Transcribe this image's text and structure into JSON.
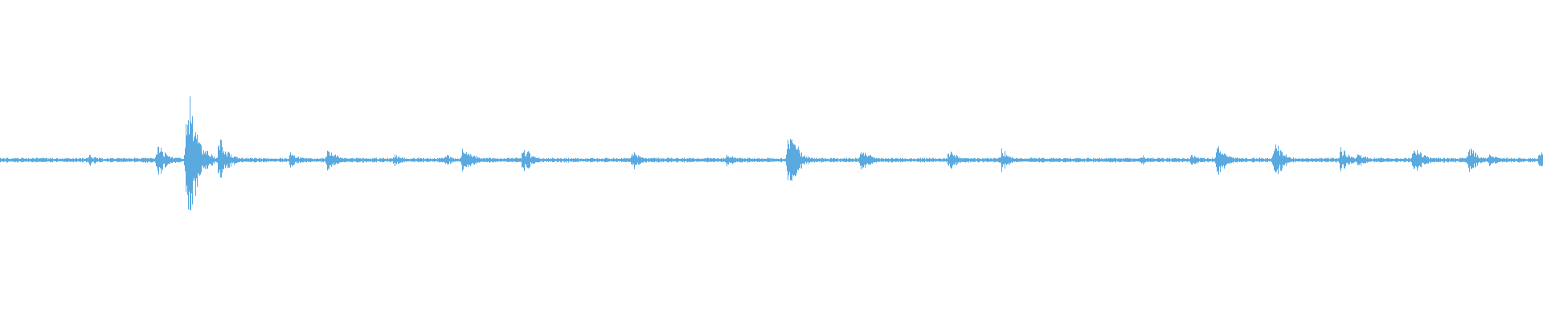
{
  "waveform": {
    "color": "#5aaae0",
    "baseline_amplitude": 0.02,
    "peaks": [
      {
        "position": 0.058,
        "amplitude": 0.08
      },
      {
        "position": 0.102,
        "amplitude": 0.22
      },
      {
        "position": 0.121,
        "amplitude": 1.0
      },
      {
        "position": 0.142,
        "amplitude": 0.28
      },
      {
        "position": 0.188,
        "amplitude": 0.1
      },
      {
        "position": 0.212,
        "amplitude": 0.15
      },
      {
        "position": 0.255,
        "amplitude": 0.08
      },
      {
        "position": 0.288,
        "amplitude": 0.08
      },
      {
        "position": 0.3,
        "amplitude": 0.2
      },
      {
        "position": 0.339,
        "amplitude": 0.18
      },
      {
        "position": 0.41,
        "amplitude": 0.12
      },
      {
        "position": 0.471,
        "amplitude": 0.08
      },
      {
        "position": 0.511,
        "amplitude": 0.42
      },
      {
        "position": 0.558,
        "amplitude": 0.18
      },
      {
        "position": 0.615,
        "amplitude": 0.14
      },
      {
        "position": 0.649,
        "amplitude": 0.16
      },
      {
        "position": 0.74,
        "amplitude": 0.08
      },
      {
        "position": 0.772,
        "amplitude": 0.08
      },
      {
        "position": 0.789,
        "amplitude": 0.22
      },
      {
        "position": 0.826,
        "amplitude": 0.25
      },
      {
        "position": 0.869,
        "amplitude": 0.18
      },
      {
        "position": 0.88,
        "amplitude": 0.1
      },
      {
        "position": 0.916,
        "amplitude": 0.2
      },
      {
        "position": 0.952,
        "amplitude": 0.18
      },
      {
        "position": 0.965,
        "amplitude": 0.1
      },
      {
        "position": 0.998,
        "amplitude": 0.18
      }
    ]
  }
}
